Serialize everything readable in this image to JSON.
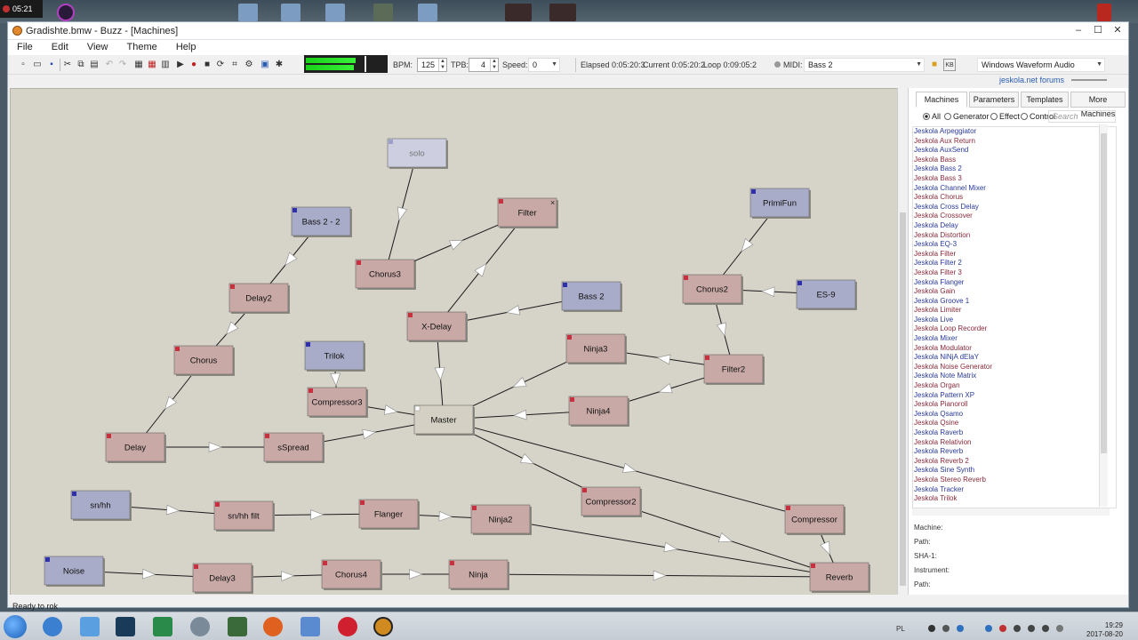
{
  "desktop": {
    "clock": "05:21"
  },
  "window": {
    "title": "Gradishte.bmw - Buzz - [Machines]"
  },
  "menu": {
    "items": [
      "File",
      "Edit",
      "View",
      "Theme",
      "Help"
    ]
  },
  "toolbar": {
    "bpm_label": "BPM:",
    "bpm_value": "125",
    "tpb_label": "TPB:",
    "tpb_value": "4",
    "speed_label": "Speed:",
    "speed_value": "0",
    "elapsed": "Elapsed 0:05:20:3",
    "current": "Current 0:05:20:2",
    "loop": "Loop 0:09:05:2",
    "midi_label": "MIDI:",
    "midi_value": "Bass 2",
    "audio_device": "Windows Waveform Audio",
    "vu_levels": [
      0.62,
      0.6
    ]
  },
  "forums_link": "jeskola.net forums",
  "machines": [
    {
      "id": "solo",
      "label": "solo",
      "type": "disabled"
    },
    {
      "id": "filter",
      "label": "Filter",
      "type": "effect",
      "close": "×"
    },
    {
      "id": "bass22",
      "label": "Bass 2 - 2",
      "type": "generator"
    },
    {
      "id": "primifun",
      "label": "PrimiFun",
      "type": "generator"
    },
    {
      "id": "chorus3",
      "label": "Chorus3",
      "type": "effect"
    },
    {
      "id": "delay2",
      "label": "Delay2",
      "type": "effect"
    },
    {
      "id": "bass2",
      "label": "Bass 2",
      "type": "generator"
    },
    {
      "id": "chorus2",
      "label": "Chorus2",
      "type": "effect"
    },
    {
      "id": "es9",
      "label": "ES-9",
      "type": "generator"
    },
    {
      "id": "xdelay",
      "label": "X-Delay",
      "type": "effect"
    },
    {
      "id": "chorus",
      "label": "Chorus",
      "type": "effect"
    },
    {
      "id": "trilok",
      "label": "Trilok",
      "type": "generator"
    },
    {
      "id": "ninja3",
      "label": "Ninja3",
      "type": "effect"
    },
    {
      "id": "filter2",
      "label": "Filter2",
      "type": "effect"
    },
    {
      "id": "compressor3",
      "label": "Compressor3",
      "type": "effect"
    },
    {
      "id": "master",
      "label": "Master",
      "type": "master"
    },
    {
      "id": "ninja4",
      "label": "Ninja4",
      "type": "effect"
    },
    {
      "id": "delay",
      "label": "Delay",
      "type": "effect"
    },
    {
      "id": "sspread",
      "label": "sSpread",
      "type": "effect"
    },
    {
      "id": "compressor2",
      "label": "Compressor2",
      "type": "effect"
    },
    {
      "id": "snhh",
      "label": "sn/hh",
      "type": "generator"
    },
    {
      "id": "snhhfilt",
      "label": "sn/hh filt",
      "type": "effect"
    },
    {
      "id": "flanger",
      "label": "Flanger",
      "type": "effect"
    },
    {
      "id": "ninja2",
      "label": "Ninja2",
      "type": "effect"
    },
    {
      "id": "compressor",
      "label": "Compressor",
      "type": "effect"
    },
    {
      "id": "noise",
      "label": "Noise",
      "type": "generator"
    },
    {
      "id": "delay3",
      "label": "Delay3",
      "type": "effect"
    },
    {
      "id": "chorus4",
      "label": "Chorus4",
      "type": "effect"
    },
    {
      "id": "ninja",
      "label": "Ninja",
      "type": "effect"
    },
    {
      "id": "reverb",
      "label": "Reverb",
      "type": "effect"
    }
  ],
  "colors": {
    "effect": "#c8a9a6",
    "generator": "#a9acc8",
    "master": "#d4d0c4",
    "disabled": "#cdcfe0",
    "effect_led": "#c83040",
    "generator_led": "#3030a8",
    "wire": "#1a1a1a",
    "canvas": "#d6d3c9",
    "link": "#2a5db0"
  },
  "panel": {
    "tabs": [
      "Machines",
      "Parameters",
      "Templates",
      "More Machines"
    ],
    "filters": [
      "All",
      "Generator",
      "Effect",
      "Control"
    ],
    "search_placeholder": "Search",
    "list": [
      "Jeskola Arpeggiator",
      "Jeskola Aux Return",
      "Jeskola AuxSend",
      "Jeskola Bass",
      "Jeskola Bass 2",
      "Jeskola Bass 3",
      "Jeskola Channel Mixer",
      "Jeskola Chorus",
      "Jeskola Cross Delay",
      "Jeskola Crossover",
      "Jeskola Delay",
      "Jeskola Distortion",
      "Jeskola EQ-3",
      "Jeskola Filter",
      "Jeskola Filter 2",
      "Jeskola Filter 3",
      "Jeskola Flanger",
      "Jeskola Gain",
      "Jeskola Groove 1",
      "Jeskola Limiter",
      "Jeskola Live",
      "Jeskola Loop Recorder",
      "Jeskola Mixer",
      "Jeskola Modulator",
      "Jeskola NiNjA dElaY",
      "Jeskola Noise Generator",
      "Jeskola Note Matrix",
      "Jeskola Organ",
      "Jeskola Pattern XP",
      "Jeskola Pianoroll",
      "Jeskola Qsamo",
      "Jeskola Qsine",
      "Jeskola Raverb",
      "Jeskola Relativion",
      "Jeskola Reverb",
      "Jeskola Reverb 2",
      "Jeskola Sine Synth",
      "Jeskola Stereo Reverb",
      "Jeskola Tracker",
      "Jeskola Trilok"
    ],
    "props": [
      "Machine:",
      "Path:",
      "SHA-1:",
      "Instrument:",
      "Path:"
    ]
  },
  "status": "Ready to rok",
  "taskbar": {
    "lang": "PL",
    "time": "19:29",
    "date": "2017-08-20"
  }
}
